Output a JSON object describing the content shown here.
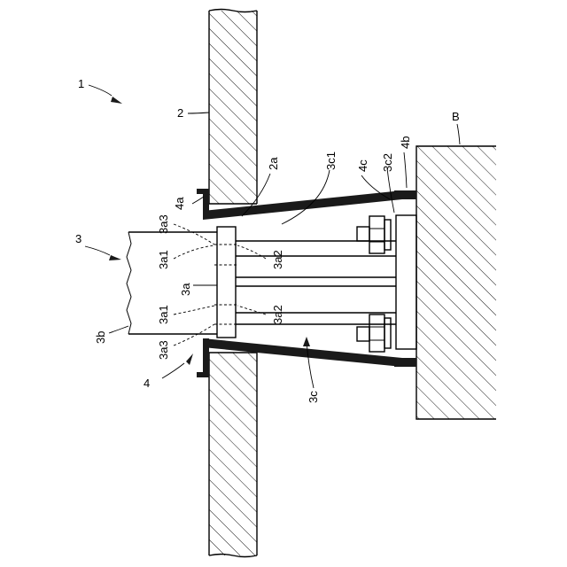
{
  "figure": {
    "labels": {
      "l1": "1",
      "l2": "2",
      "l2a": "2a",
      "l3": "3",
      "l3a": "3a",
      "l3a1_top": "3a1",
      "l3a1_bottom": "3a1",
      "l3a2_top": "3a2",
      "l3a2_bottom": "3a2",
      "l3a3_top": "3a3",
      "l3a3_bottom": "3a3",
      "l3b": "3b",
      "l3c": "3c",
      "l3c1": "3c1",
      "l3c2": "3c2",
      "l4": "4",
      "l4a": "4a",
      "l4b": "4b",
      "l4c": "4c",
      "lB": "B"
    }
  }
}
